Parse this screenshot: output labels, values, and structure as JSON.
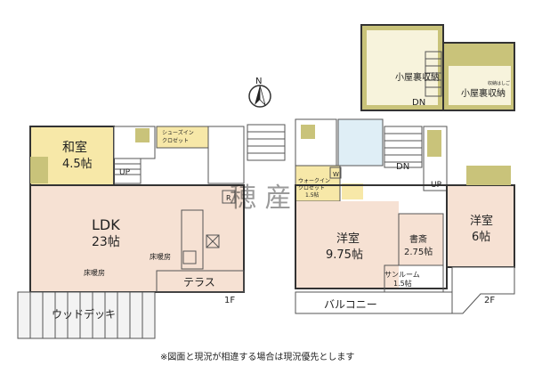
{
  "attic": {
    "storage_left": "小屋裏収納",
    "storage_right": "小屋裏収納",
    "dn": "DN",
    "ladder": "収納はしご"
  },
  "floor1": {
    "washitsu": "和室",
    "washitsu_size": "4.5帖",
    "shoes_closet_1": "シューズイン",
    "shoes_closet_2": "クロゼット",
    "up": "UP",
    "ldk": "LDK",
    "ldk_size": "23帖",
    "floor_heating_a": "床暖房",
    "floor_heating_b": "床暖房",
    "fridge": "R",
    "terrace": "テラス",
    "wood_deck": "ウッドデッキ",
    "floor_label": "1F"
  },
  "floor2": {
    "walkin_1": "ウォークイン",
    "walkin_2": "クロゼット",
    "walkin_3": "1.5帖",
    "walkin_w": "W",
    "dn": "DN",
    "up": "UP",
    "youshitsu_a": "洋室",
    "youshitsu_a_size": "9.75帖",
    "shosai": "書斎",
    "shosai_size": "2.75帖",
    "youshitsu_b": "洋室",
    "youshitsu_b_size": "6帖",
    "sunroom": "サンルーム",
    "sunroom_size": "1.5帖",
    "balcony": "バルコニー",
    "floor_label": "2F"
  },
  "compass": {
    "north": "N"
  },
  "watermark": "穂 産",
  "note": "※図面と現況が相違する場合は現況優先とします"
}
